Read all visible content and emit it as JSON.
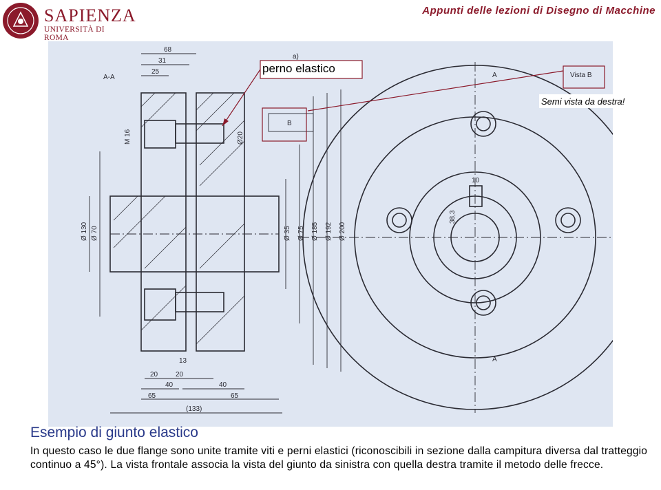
{
  "header": {
    "title": "Appunti delle lezioni di Disegno di Macchine",
    "logo_name": "SAPIENZA",
    "logo_subtitle": "UNIVERSITÀ DI ROMA"
  },
  "annotations": {
    "perno": "perno elastico",
    "semi_vista": "Semi vista da destra!"
  },
  "drawing": {
    "view_labels": [
      "A-A",
      "a)",
      "A",
      "Vista B",
      "B",
      "A"
    ],
    "dimensions": [
      "68",
      "31",
      "25",
      "M 16",
      "Ø20",
      "Ø 130",
      "Ø 70",
      "Ø 35",
      "Ø 75",
      "Ø 185",
      "Ø 192",
      "Ø 200",
      "10",
      "38,3",
      "13",
      "20",
      "20",
      "40",
      "40",
      "65",
      "65",
      "(133)"
    ]
  },
  "content": {
    "title": "Esempio di giunto elastico",
    "text": "In questo caso le due flange sono unite tramite viti e perni elastici (riconoscibili in sezione dalla campitura diversa dal tratteggio continuo a 45°).  La vista frontale associa la vista del giunto da sinistra con quella destra tramite il metodo delle frecce."
  },
  "colors": {
    "brand": "#8b1a2b",
    "title": "#2a3a8a",
    "blueprint": "#dfe6f2",
    "ink": "#2b2b33"
  }
}
